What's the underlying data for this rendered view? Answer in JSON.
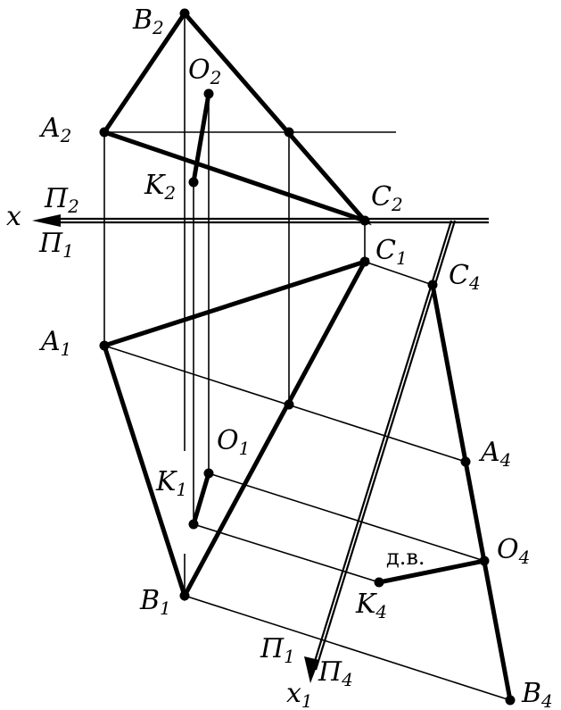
{
  "labels": {
    "B2": {
      "main": "B",
      "sub": "2"
    },
    "O2": {
      "main": "O",
      "sub": "2"
    },
    "A2": {
      "main": "A",
      "sub": "2"
    },
    "K2": {
      "main": "K",
      "sub": "2"
    },
    "C2": {
      "main": "C",
      "sub": "2"
    },
    "x": {
      "main": "x",
      "sub": ""
    },
    "P2": {
      "main": "Π",
      "sub": "2"
    },
    "P1": {
      "main": "Π",
      "sub": "1"
    },
    "C1": {
      "main": "C",
      "sub": "1"
    },
    "C4": {
      "main": "C",
      "sub": "4"
    },
    "A1": {
      "main": "A",
      "sub": "1"
    },
    "A4": {
      "main": "A",
      "sub": "4"
    },
    "O1": {
      "main": "O",
      "sub": "1"
    },
    "K1": {
      "main": "K",
      "sub": "1"
    },
    "O4": {
      "main": "O",
      "sub": "4"
    },
    "K4": {
      "main": "K",
      "sub": "4"
    },
    "B1": {
      "main": "B",
      "sub": "1"
    },
    "P1b": {
      "main": "Π",
      "sub": "1"
    },
    "P4": {
      "main": "Π",
      "sub": "4"
    },
    "x1": {
      "main": "x",
      "sub": "1"
    },
    "B4": {
      "main": "B",
      "sub": "4"
    }
  },
  "annotation": "д.в."
}
